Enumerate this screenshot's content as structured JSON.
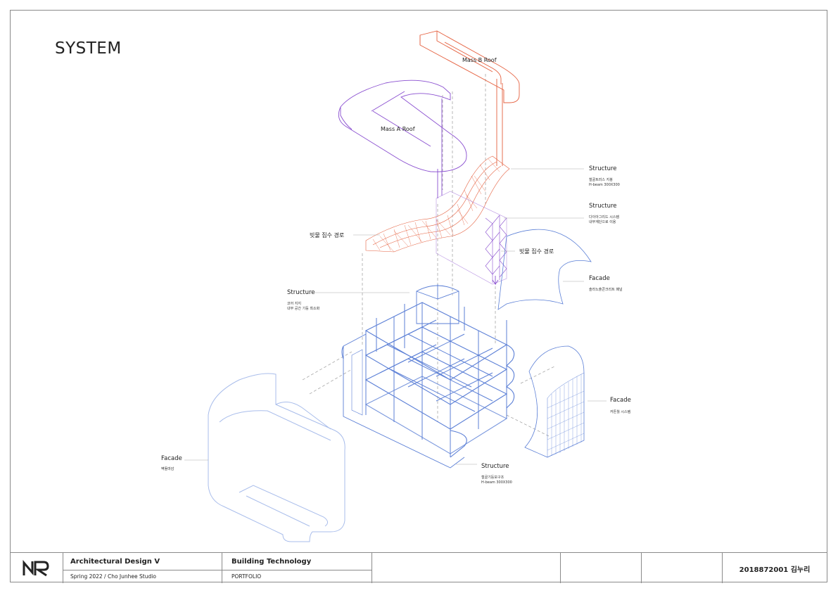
{
  "page": {
    "title": "SYSTEM"
  },
  "labels": {
    "mass_b_roof": "Mass B Roof",
    "mass_a_roof": "Mass A Roof",
    "structure_1": {
      "title": "Structure",
      "line1": "철골트러스 지붕",
      "line2": "H-beam 300X300"
    },
    "structure_2": {
      "title": "Structure",
      "line1": "다이아그리드 시스템",
      "line2": "내부계단으로 이용"
    },
    "rain_path_left": "빗물 집수 경로",
    "rain_path_right": "빗물 집수 경로",
    "facade_1": {
      "title": "Facade",
      "line1": "솔라노출콘크리트 패널"
    },
    "structure_3": {
      "title": "Structure",
      "line1": "코어 지지",
      "line2": "내부 공간 기둥 최소화"
    },
    "facade_2": {
      "title": "Facade",
      "line1": "커튼월 시스템"
    },
    "facade_3": {
      "title": "Facade",
      "line1": "벽돌마감"
    },
    "structure_4": {
      "title": "Structure",
      "line1": "철골기둥보구조",
      "line2": "H-beam 300X300"
    }
  },
  "title_block": {
    "course": "Architectural Design V",
    "term": "Spring 2022  /  Cho Junhee Studio",
    "subject": "Building Technology",
    "type": "PORTFOLIO",
    "student": "2018872001 김누리"
  },
  "colors": {
    "purple": "#8a4fd0",
    "orange": "#e5603f",
    "blue": "#5b7fd6",
    "light_blue": "#a9bdeb",
    "gray": "#8a8a8a"
  },
  "icons": {
    "logo": "nr-logo-icon"
  }
}
